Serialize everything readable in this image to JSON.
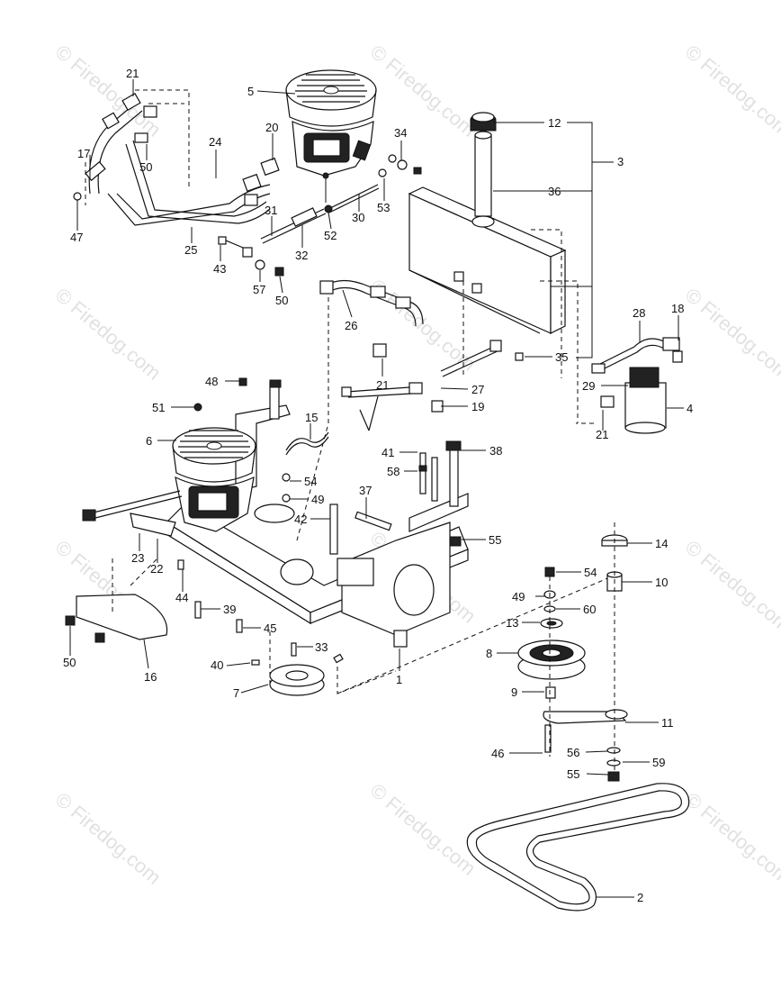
{
  "watermark": "© Firedog.com",
  "callouts": [
    {
      "id": "c21a",
      "text": "21"
    },
    {
      "id": "c5",
      "text": "5"
    },
    {
      "id": "c12",
      "text": "12"
    },
    {
      "id": "c3",
      "text": "3"
    },
    {
      "id": "c36",
      "text": "36"
    },
    {
      "id": "c24",
      "text": "24"
    },
    {
      "id": "c20",
      "text": "20"
    },
    {
      "id": "c34",
      "text": "34"
    },
    {
      "id": "c17",
      "text": "17"
    },
    {
      "id": "c50a",
      "text": "50"
    },
    {
      "id": "c47",
      "text": "47"
    },
    {
      "id": "c25",
      "text": "25"
    },
    {
      "id": "c31",
      "text": "31"
    },
    {
      "id": "c30",
      "text": "30"
    },
    {
      "id": "c53",
      "text": "53"
    },
    {
      "id": "c43",
      "text": "43"
    },
    {
      "id": "c32",
      "text": "32"
    },
    {
      "id": "c52",
      "text": "52"
    },
    {
      "id": "c57",
      "text": "57"
    },
    {
      "id": "c50b",
      "text": "50"
    },
    {
      "id": "c26",
      "text": "26"
    },
    {
      "id": "c28",
      "text": "28"
    },
    {
      "id": "c18",
      "text": "18"
    },
    {
      "id": "c35",
      "text": "35"
    },
    {
      "id": "c21b",
      "text": "21"
    },
    {
      "id": "c27",
      "text": "27"
    },
    {
      "id": "c29",
      "text": "29"
    },
    {
      "id": "c48",
      "text": "48"
    },
    {
      "id": "c19",
      "text": "19"
    },
    {
      "id": "c4",
      "text": "4"
    },
    {
      "id": "c51",
      "text": "51"
    },
    {
      "id": "c15",
      "text": "15"
    },
    {
      "id": "c21c",
      "text": "21"
    },
    {
      "id": "c6",
      "text": "6"
    },
    {
      "id": "c41",
      "text": "41"
    },
    {
      "id": "c38",
      "text": "38"
    },
    {
      "id": "c58",
      "text": "58"
    },
    {
      "id": "c54a",
      "text": "54"
    },
    {
      "id": "c49a",
      "text": "49"
    },
    {
      "id": "c37",
      "text": "37"
    },
    {
      "id": "c42",
      "text": "42"
    },
    {
      "id": "c55a",
      "text": "55"
    },
    {
      "id": "c23",
      "text": "23"
    },
    {
      "id": "c14",
      "text": "14"
    },
    {
      "id": "c22",
      "text": "22"
    },
    {
      "id": "c54b",
      "text": "54"
    },
    {
      "id": "c10",
      "text": "10"
    },
    {
      "id": "c44",
      "text": "44"
    },
    {
      "id": "c49b",
      "text": "49"
    },
    {
      "id": "c60",
      "text": "60"
    },
    {
      "id": "c39",
      "text": "39"
    },
    {
      "id": "c13",
      "text": "13"
    },
    {
      "id": "c45",
      "text": "45"
    },
    {
      "id": "c50c",
      "text": "50"
    },
    {
      "id": "c8",
      "text": "8"
    },
    {
      "id": "c33",
      "text": "33"
    },
    {
      "id": "c16",
      "text": "16"
    },
    {
      "id": "c40",
      "text": "40"
    },
    {
      "id": "c1",
      "text": "1"
    },
    {
      "id": "c7",
      "text": "7"
    },
    {
      "id": "c9",
      "text": "9"
    },
    {
      "id": "c11",
      "text": "11"
    },
    {
      "id": "c46",
      "text": "46"
    },
    {
      "id": "c56",
      "text": "56"
    },
    {
      "id": "c59",
      "text": "59"
    },
    {
      "id": "c55b",
      "text": "55"
    },
    {
      "id": "c2",
      "text": "2"
    }
  ]
}
